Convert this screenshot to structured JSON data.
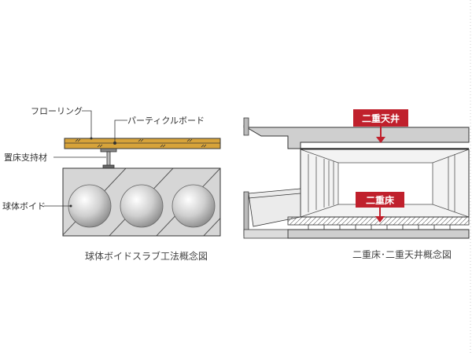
{
  "left_diagram": {
    "labels": {
      "flooring": "フローリング",
      "particle_board": "パーティクルボード",
      "floor_support": "置床支持材",
      "void": "球体ボイド"
    },
    "caption": "球体ボイドスラブ工法概念図"
  },
  "right_diagram": {
    "tags": {
      "double_ceiling": "二重天井",
      "double_floor": "二重床"
    },
    "caption": "二重床･二重天井概念図"
  },
  "colors": {
    "wood": "#d7a33a",
    "slab": "#d6d6d6",
    "accent_red": "#c0202c",
    "room_bg": "#f3f3f3",
    "line": "#333333"
  }
}
